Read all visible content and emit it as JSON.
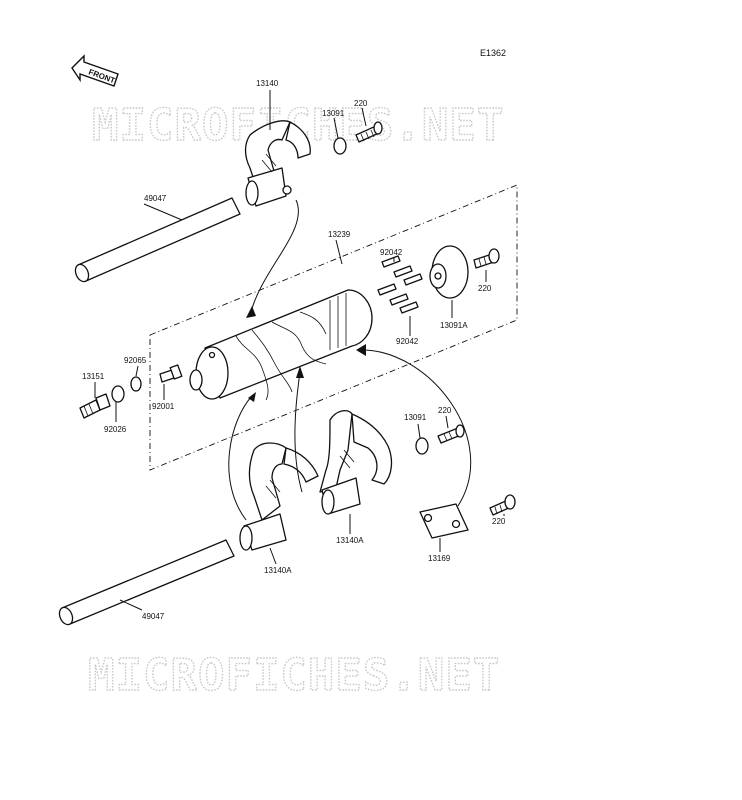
{
  "diagram_code": "E1362",
  "direction_label": "FRONT",
  "watermark": "MICROFICHES.NET",
  "callouts": {
    "fork_top": "13140",
    "washer_top": "13091",
    "bolt_top": "220",
    "rod_top": "49047",
    "drum": "13239",
    "pins_upper": "92042",
    "pins_lower": "92042",
    "plate_drum": "13091A",
    "bolt_plate": "220",
    "switch": "13151",
    "washer_small": "92065",
    "washer_gasket": "92026",
    "bolt_drum": "92001",
    "washer_mid": "13091",
    "bolt_mid": "220",
    "fork_mid": "13140A",
    "fork_low": "13140A",
    "bracket": "13169",
    "bolt_bracket": "220",
    "rod_low": "49047"
  }
}
